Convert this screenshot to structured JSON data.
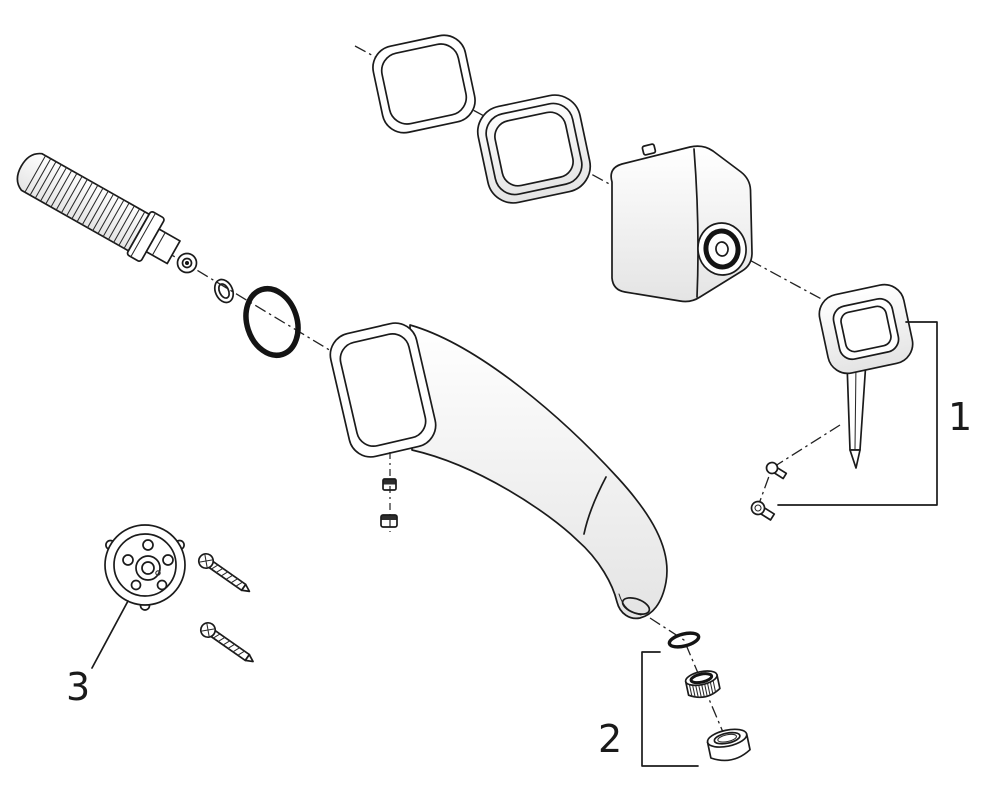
{
  "page": {
    "background": "#ffffff",
    "line_color": "#1b1b1b"
  },
  "callouts": {
    "one": "1",
    "two": "2",
    "three": "3"
  }
}
